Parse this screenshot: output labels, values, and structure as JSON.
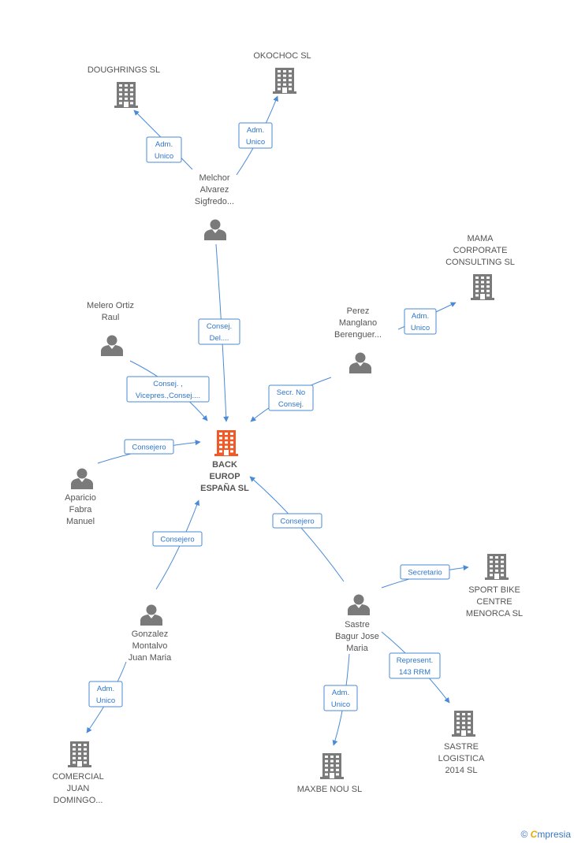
{
  "colors": {
    "edge": "#4a8ad6",
    "node": "#7a7a7a",
    "main": "#f05a28",
    "text": "#555555"
  },
  "main_company": {
    "lines": [
      "BACK",
      "EUROP",
      "ESPAÑA SL"
    ],
    "icon": "building-icon"
  },
  "companies": [
    {
      "id": "doughrings",
      "lines": [
        "DOUGHRINGS SL"
      ],
      "icon": "building-icon"
    },
    {
      "id": "okochoc",
      "lines": [
        "OKOCHOC SL"
      ],
      "icon": "building-icon"
    },
    {
      "id": "mama",
      "lines": [
        "MAMA",
        "CORPORATE",
        "CONSULTING SL"
      ],
      "icon": "building-icon"
    },
    {
      "id": "sportbike",
      "lines": [
        "SPORT BIKE",
        "CENTRE",
        "MENORCA  SL"
      ],
      "icon": "building-icon"
    },
    {
      "id": "sastre-logistica",
      "lines": [
        "SASTRE",
        "LOGISTICA",
        "2014  SL"
      ],
      "icon": "building-icon"
    },
    {
      "id": "maxbe",
      "lines": [
        "MAXBE NOU  SL"
      ],
      "icon": "building-icon"
    },
    {
      "id": "comercial",
      "lines": [
        "COMERCIAL",
        "JUAN",
        "DOMINGO..."
      ],
      "icon": "building-icon"
    }
  ],
  "people": [
    {
      "id": "melchor",
      "lines": [
        "Melchor",
        "Alvarez",
        "Sigfredo..."
      ],
      "icon": "person-icon"
    },
    {
      "id": "melero",
      "lines": [
        "Melero Ortiz",
        "Raul"
      ],
      "icon": "person-icon"
    },
    {
      "id": "perez",
      "lines": [
        "Perez",
        "Manglano",
        "Berenguer..."
      ],
      "icon": "person-icon"
    },
    {
      "id": "aparicio",
      "lines": [
        "Aparicio",
        "Fabra",
        "Manuel"
      ],
      "icon": "person-icon"
    },
    {
      "id": "gonzalez",
      "lines": [
        "Gonzalez",
        "Montalvo",
        "Juan Maria"
      ],
      "icon": "person-icon"
    },
    {
      "id": "sastre",
      "lines": [
        "Sastre",
        "Bagur Jose",
        "Maria"
      ],
      "icon": "person-icon"
    }
  ],
  "relations": [
    {
      "id": "melchor-doughrings",
      "lines": [
        "Adm.",
        "Unico"
      ]
    },
    {
      "id": "melchor-okochoc",
      "lines": [
        "Adm.",
        "Unico"
      ]
    },
    {
      "id": "melchor-main",
      "lines": [
        "Consej.",
        "Del...."
      ]
    },
    {
      "id": "melero-main",
      "lines": [
        "Consej. ,",
        "Vicepres.,Consej...."
      ]
    },
    {
      "id": "perez-mama",
      "lines": [
        "Adm.",
        "Unico"
      ]
    },
    {
      "id": "perez-main",
      "lines": [
        "Secr.  No",
        "Consej."
      ]
    },
    {
      "id": "aparicio-main",
      "lines": [
        "Consejero"
      ]
    },
    {
      "id": "gonzalez-main",
      "lines": [
        "Consejero"
      ]
    },
    {
      "id": "sastre-main",
      "lines": [
        "Consejero"
      ]
    },
    {
      "id": "sastre-sportbike",
      "lines": [
        "Secretario"
      ]
    },
    {
      "id": "sastre-logistica",
      "lines": [
        "Represent.",
        "143 RRM"
      ]
    },
    {
      "id": "sastre-maxbe",
      "lines": [
        "Adm.",
        "Unico"
      ]
    },
    {
      "id": "gonzalez-comercial",
      "lines": [
        "Adm.",
        "Unico"
      ]
    }
  ],
  "branding": {
    "copyright": "©",
    "initial": "C",
    "name": "mpresia"
  }
}
